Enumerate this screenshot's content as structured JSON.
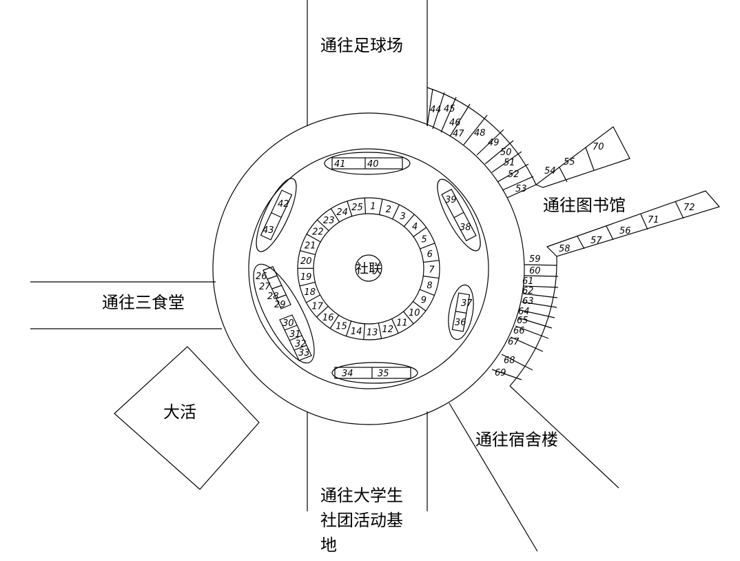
{
  "labels": {
    "north": "通往足球场",
    "library": "通往图书馆",
    "canteen": "通往三食堂",
    "dorm": "通往宿舍楼",
    "south_line1": "通往大学生",
    "south_line2": "社团活动基",
    "south_line3": "地",
    "dahuo": "大活",
    "center": "社联"
  },
  "booths": {
    "inner_ring": [
      "1",
      "2",
      "3",
      "4",
      "5",
      "6",
      "7",
      "8",
      "9",
      "10",
      "11",
      "12",
      "13",
      "14",
      "15",
      "16",
      "17",
      "18",
      "19",
      "20",
      "21",
      "22",
      "23",
      "24",
      "25"
    ],
    "top_ellipse": [
      "41",
      "40"
    ],
    "upper_right_ellipse": [
      "39",
      "38"
    ],
    "lower_right_ellipse": [
      "37",
      "36"
    ],
    "bottom_ellipse": [
      "34",
      "35"
    ],
    "left_ellipse": [
      "26",
      "27",
      "28",
      "29",
      "30",
      "31",
      "32",
      "33"
    ],
    "upper_left_ellipse": [
      "42",
      "43"
    ],
    "ne_arc": [
      "44",
      "45",
      "46",
      "47",
      "48",
      "49",
      "50",
      "51",
      "52",
      "53"
    ],
    "library_strip_1": [
      "54",
      "55",
      "70"
    ],
    "library_strip_2": [
      "58",
      "57",
      "56",
      "71",
      "72"
    ],
    "east_arc": [
      "59",
      "60",
      "61",
      "62",
      "63",
      "64",
      "65",
      "66",
      "67",
      "68",
      "69"
    ]
  }
}
